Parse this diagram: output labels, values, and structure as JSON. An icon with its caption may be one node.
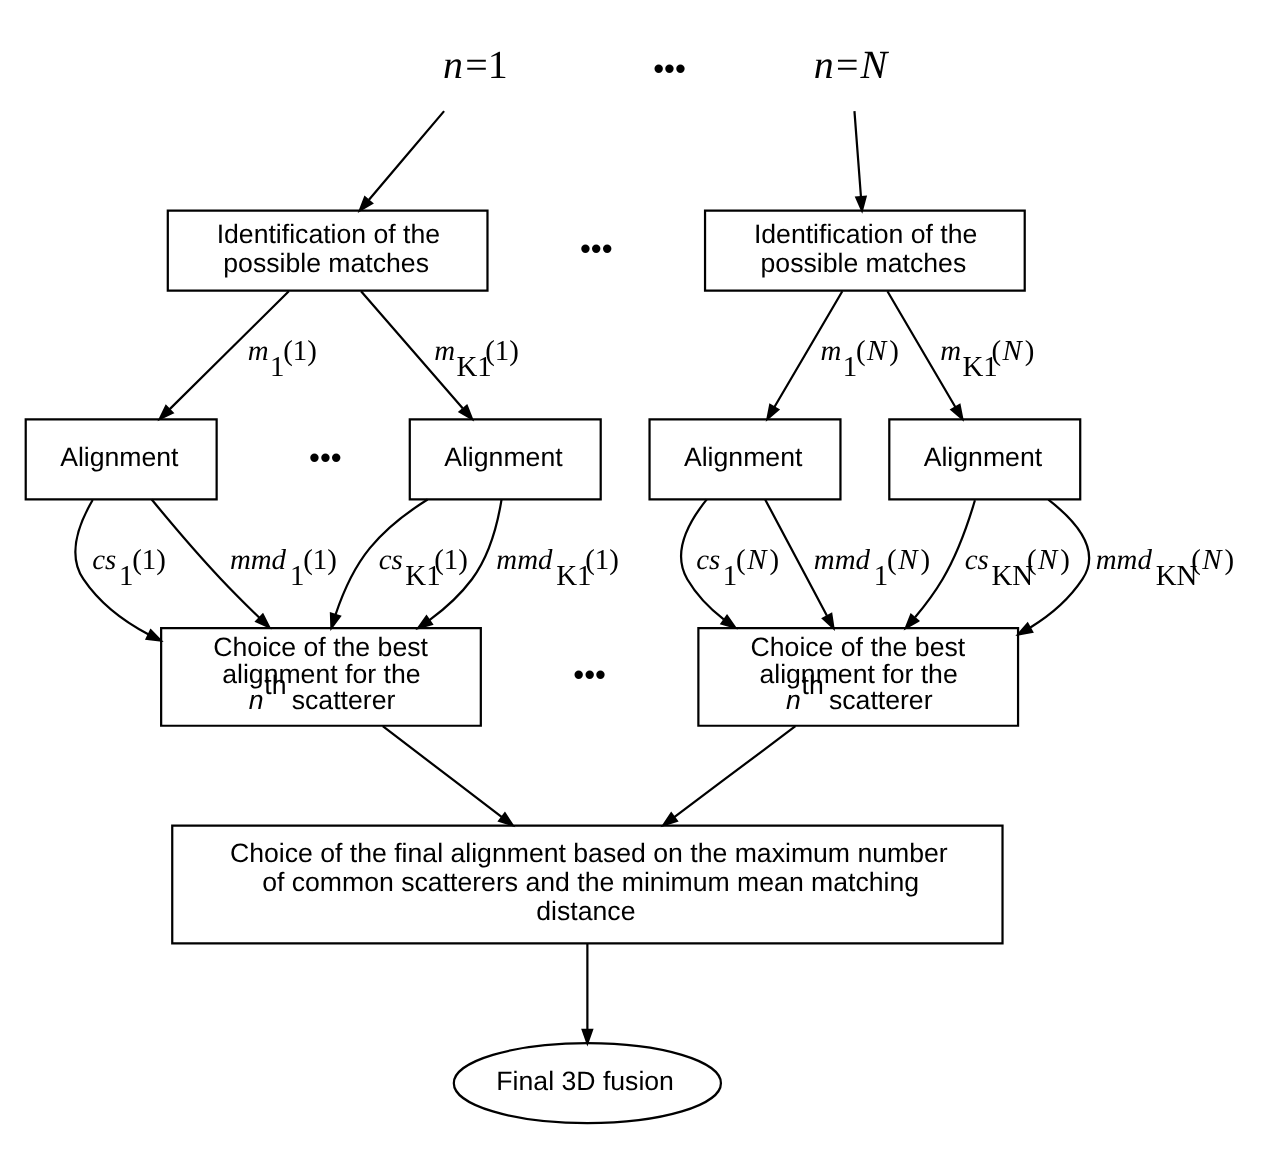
{
  "diagram": {
    "nodes": [
      {
        "text": [
          "*n*=1"
        ]
      },
      {
        "text": [
          "*n*=*N*"
        ]
      },
      {
        "text": [
          "Identification of the possible matches"
        ]
      },
      {
        "text": [
          "Identification of the possible matches"
        ]
      },
      {
        "text": [
          "Alignment"
        ]
      },
      {
        "text": [
          "Alignment"
        ]
      },
      {
        "text": [
          "Alignment"
        ]
      },
      {
        "text": [
          "Alignment"
        ]
      },
      {
        "text": [
          "Choice of the best alignment for the *n*$^{th}$ scatterer"
        ]
      },
      {
        "text": [
          "Choice of the best alignment for the *n*$^{th}$ scatterer"
        ]
      },
      {
        "text": [
          "Choice of the final alignment based on the maximum number of common scatterers and the minimum mean matching distance"
        ]
      },
      {
        "text": [
          "Final 3D fusion"
        ]
      }
    ],
    "edges": [
      {
        "from": 0,
        "to": 2,
        "arrow": "to"
      },
      {
        "from": 1,
        "to": 3,
        "arrow": "to"
      },
      {
        "from": 2,
        "to": 4,
        "arrow": "to",
        "label": "*m*$_{1}$(1)"
      },
      {
        "from": 2,
        "to": 5,
        "arrow": "to",
        "label": "*m*$_{K1}$(1)"
      },
      {
        "from": 3,
        "to": 6,
        "arrow": "to",
        "label": "*m*$_{1}$(*N*)"
      },
      {
        "from": 3,
        "to": 7,
        "arrow": "to",
        "label": "*m*$_{K1}$(*N*)"
      },
      {
        "from": 4,
        "to": 8,
        "arrow": "to",
        "label": "*cs*$_{1}$(1)"
      },
      {
        "from": 4,
        "to": 8,
        "arrow": "to",
        "label": "*mmd*$_{1}$(1)"
      },
      {
        "from": 5,
        "to": 8,
        "arrow": "to",
        "label": "*cs*$_{K1}$(1)"
      },
      {
        "from": 5,
        "to": 8,
        "arrow": "to",
        "label": "*mmd*$_{K1}$(1)"
      },
      {
        "from": 6,
        "to": 9,
        "arrow": "to",
        "label": "*cs*$_{1}$(*N*)"
      },
      {
        "from": 6,
        "to": 9,
        "arrow": "to",
        "label": "*mmd*$_{1}$(*N*)"
      },
      {
        "from": 7,
        "to": 9,
        "arrow": "to",
        "label": "*cs*$_{KN}$(*N*)"
      },
      {
        "from": 7,
        "to": 9,
        "arrow": "to",
        "label": "*mmd*$_{KN}$(*N*)"
      },
      {
        "from": 8,
        "to": 10,
        "arrow": "to"
      },
      {
        "from": 9,
        "to": 10,
        "arrow": "to"
      },
      {
        "from": 10,
        "to": 11,
        "arrow": "to"
      }
    ],
    "labels": [
      "•••",
      "•••",
      "•••",
      "•••"
    ]
  }
}
